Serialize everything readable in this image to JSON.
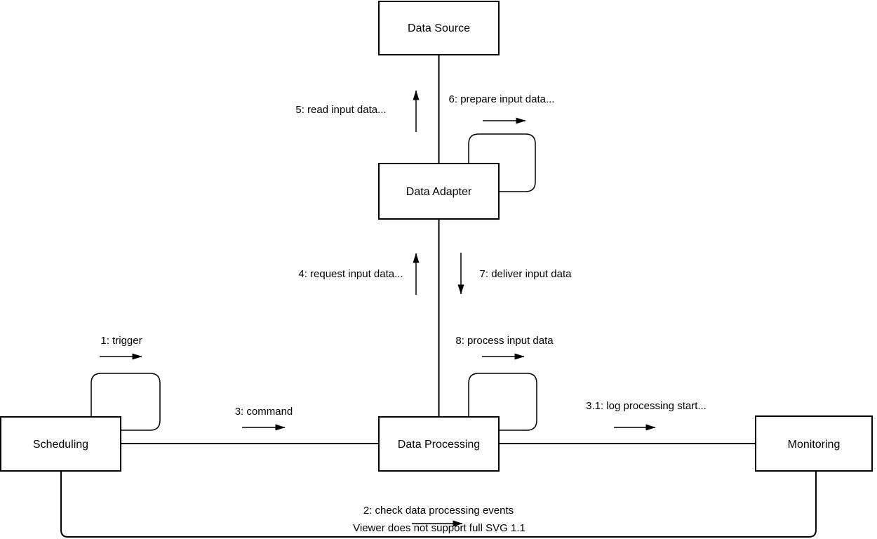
{
  "diagram": {
    "background_color": "#ffffff",
    "line_color": "#000000",
    "text_color": "#000000",
    "nodes": [
      {
        "label": "Data Source"
      },
      {
        "label": "Data Adapter"
      },
      {
        "label": "Data Processing"
      },
      {
        "label": "Scheduling"
      },
      {
        "label": "Monitoring"
      }
    ],
    "messages": [
      {
        "label": "1: trigger",
        "from": "Scheduling",
        "to": "Scheduling",
        "kind": "self-loop"
      },
      {
        "label": "2: check data processing events",
        "from": "Scheduling",
        "to": "Monitoring",
        "kind": "link"
      },
      {
        "label": "3: command",
        "from": "Scheduling",
        "to": "Data Processing",
        "kind": "link"
      },
      {
        "label": "3.1: log processing start...",
        "from": "Data Processing",
        "to": "Monitoring",
        "kind": "link"
      },
      {
        "label": "4: request input data...",
        "from": "Data Processing",
        "to": "Data Adapter",
        "kind": "link"
      },
      {
        "label": "5: read input data...",
        "from": "Data Adapter",
        "to": "Data Source",
        "kind": "link"
      },
      {
        "label": "6: prepare input data...",
        "from": "Data Adapter",
        "to": "Data Adapter",
        "kind": "self-loop"
      },
      {
        "label": "7: deliver input data",
        "from": "Data Adapter",
        "to": "Data Processing",
        "kind": "link"
      },
      {
        "label": "8: process input data",
        "from": "Data Processing",
        "to": "Data Processing",
        "kind": "self-loop"
      }
    ],
    "watermark": "Viewer does not support full SVG 1.1"
  }
}
